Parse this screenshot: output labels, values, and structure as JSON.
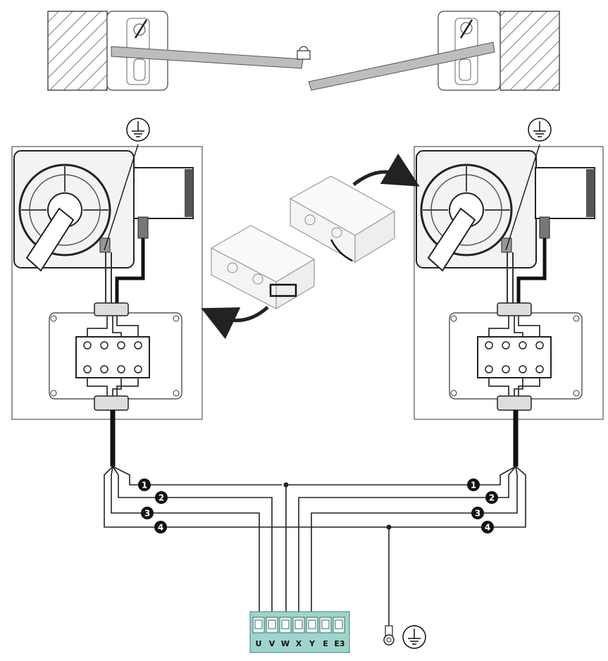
{
  "colors": {
    "line": "#222222",
    "gate_leaf": "#bdbdbd",
    "terminal_block": "#9fd4cc",
    "terminal_border": "#5a8f88"
  },
  "wire_numbers": [
    "1",
    "2",
    "3",
    "4"
  ],
  "terminal_labels": [
    "U",
    "V",
    "W",
    "X",
    "Y",
    "E",
    "E3"
  ],
  "icons": [
    "ground-symbol",
    "ring-terminal",
    "rotation-arrow",
    "padlock"
  ]
}
